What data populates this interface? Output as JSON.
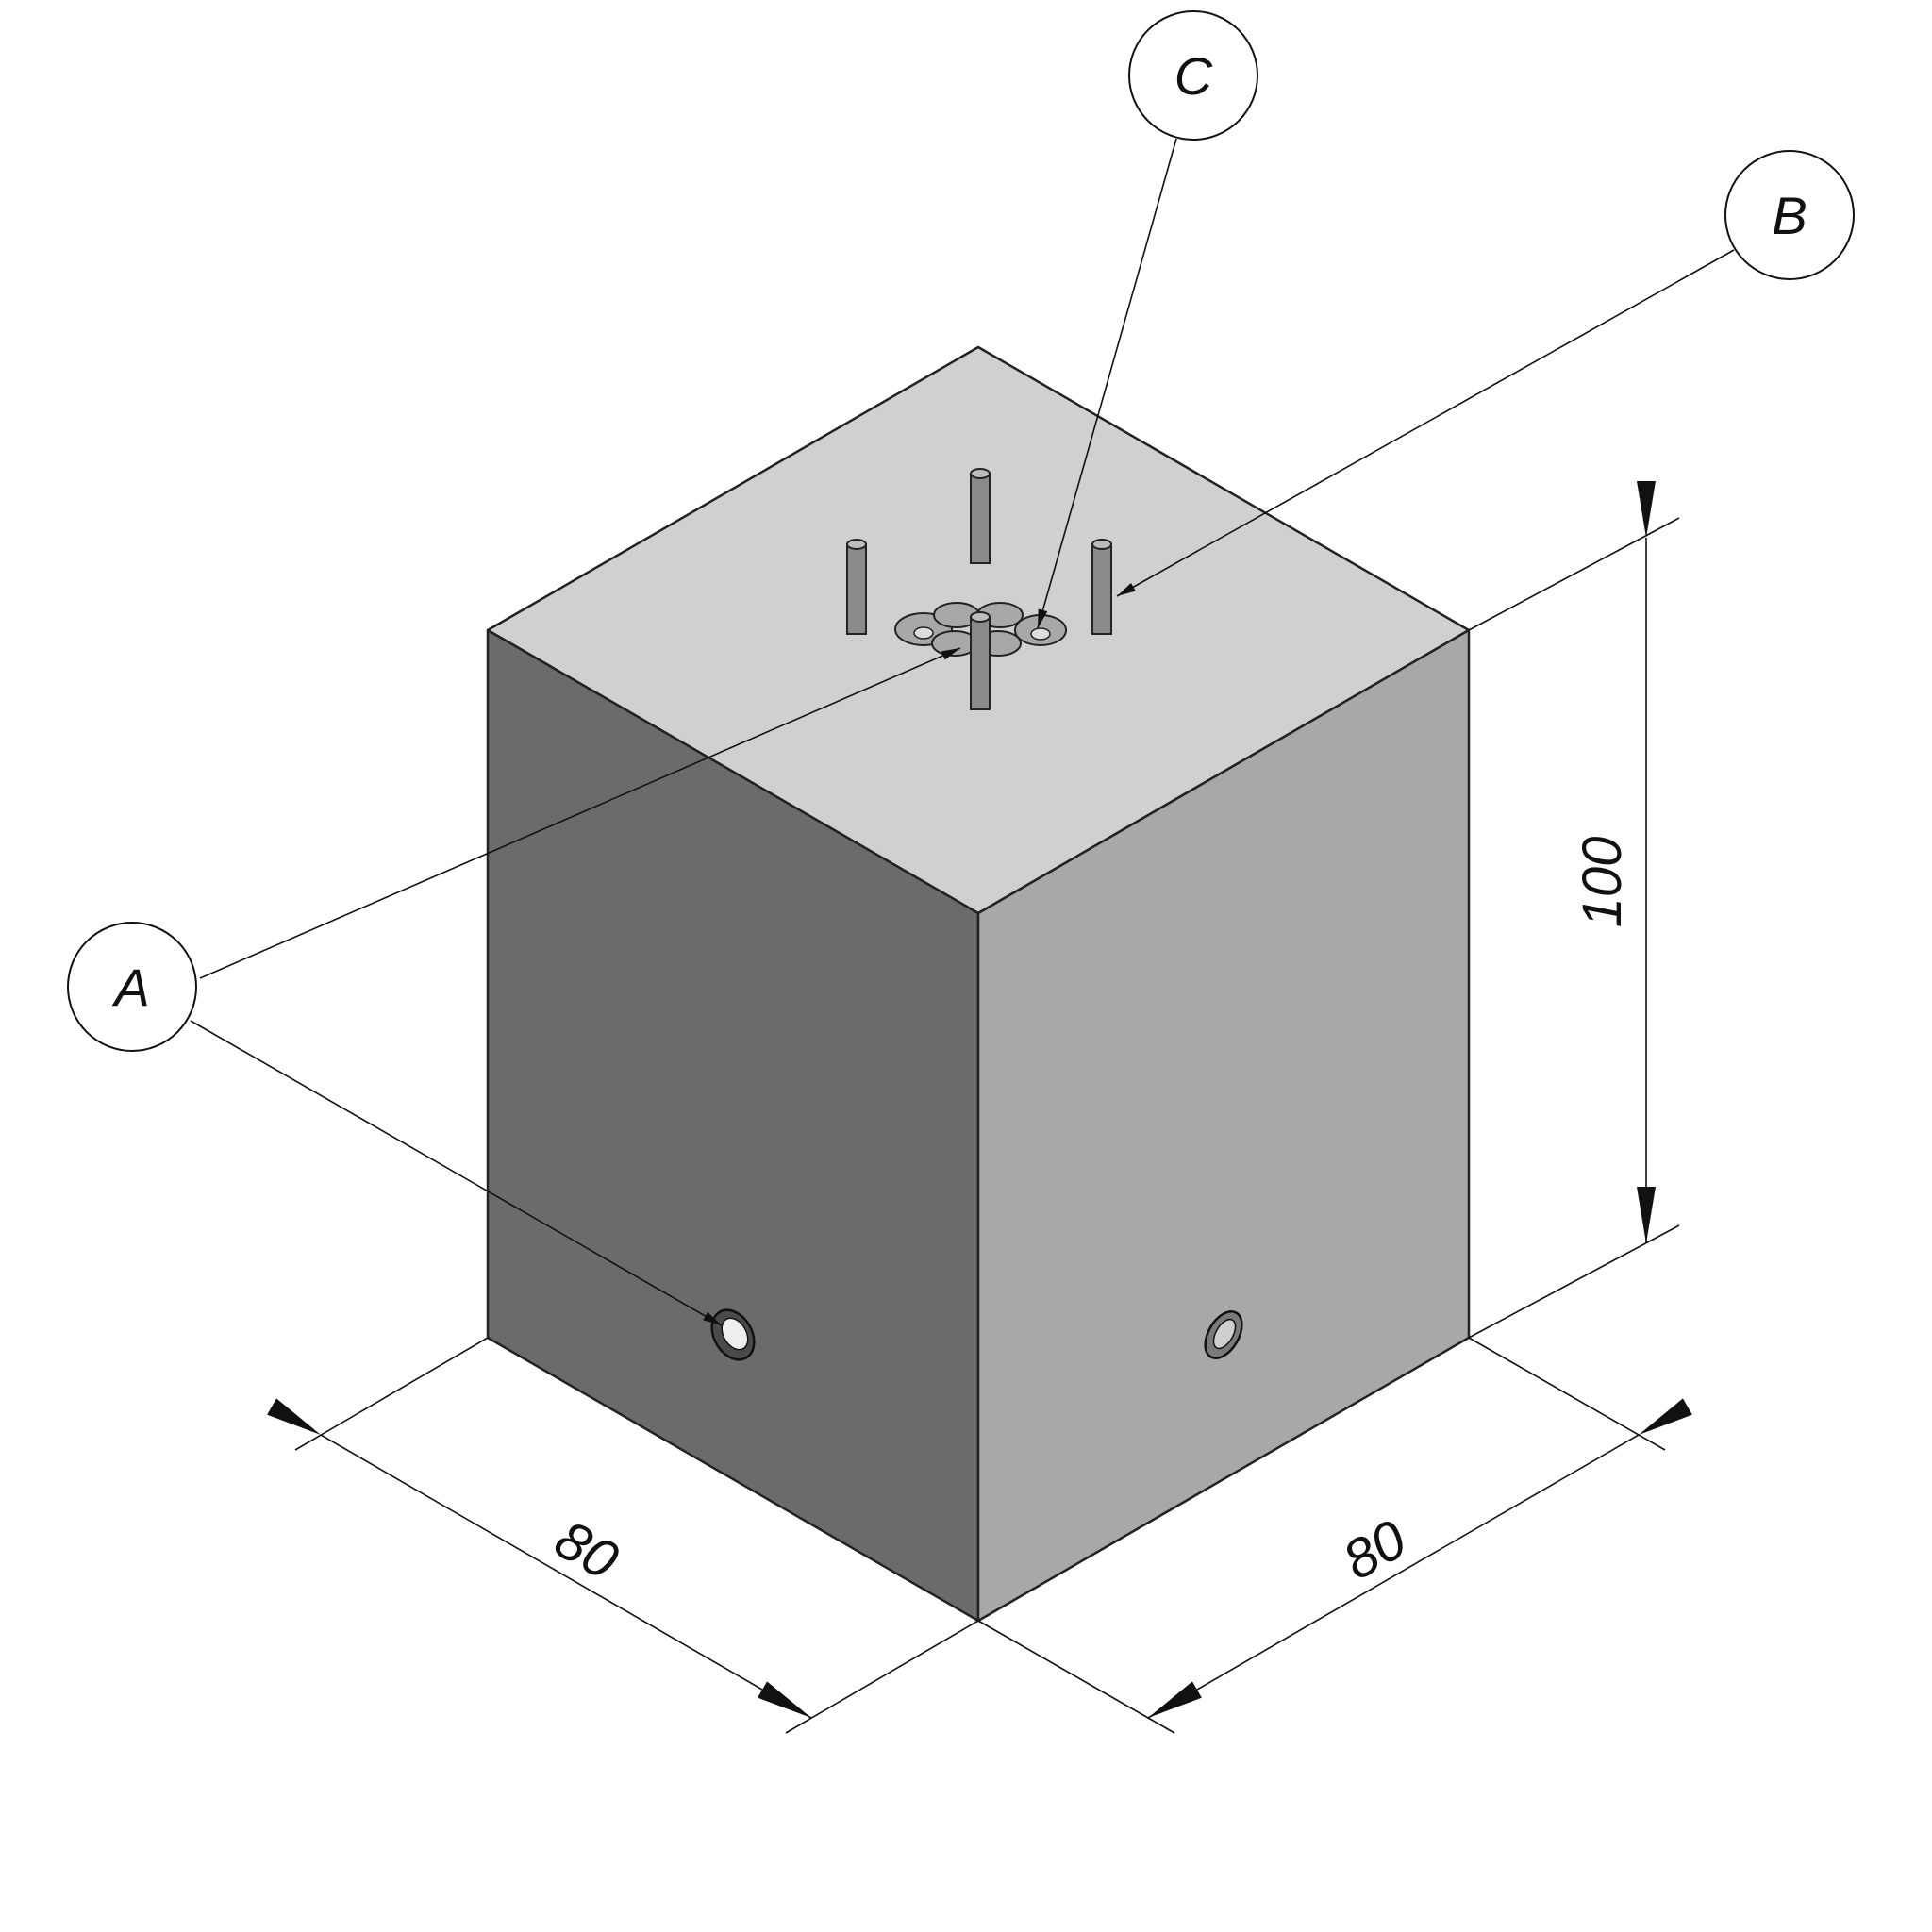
{
  "colors": {
    "top_face": "#d0d0d0",
    "left_face": "#6b6b6b",
    "right_face": "#a8a8a8",
    "rod_fill": "#8a8a8a",
    "line": "#111111"
  },
  "callouts": [
    {
      "id": "A",
      "label": "A"
    },
    {
      "id": "B",
      "label": "B"
    },
    {
      "id": "C",
      "label": "C"
    }
  ],
  "dimensions": {
    "height": "100",
    "width_left": "80",
    "width_right": "80"
  }
}
